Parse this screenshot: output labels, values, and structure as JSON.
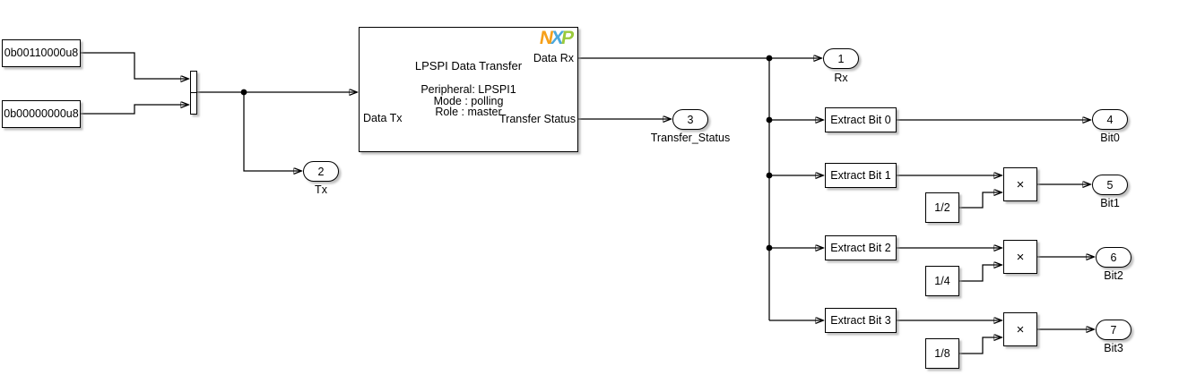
{
  "constants": [
    {
      "value": "0b00110000u8"
    },
    {
      "value": "0b00000000u8"
    }
  ],
  "lpspi": {
    "logo_letters": [
      "N",
      "X",
      "P"
    ],
    "logo_colors": {
      "n": "#F6A01A",
      "x": "#4BA8DD",
      "p": "#9ACA3C"
    },
    "title": "LPSPI Data Transfer",
    "params": [
      "Peripheral: LPSPI1",
      "Mode : polling",
      "Role : master"
    ],
    "inport_label": "Data Tx",
    "outport_labels": [
      "Data Rx",
      "Transfer Status"
    ]
  },
  "extract_blocks": [
    {
      "label": "Extract Bit 0"
    },
    {
      "label": "Extract Bit 1"
    },
    {
      "label": "Extract Bit 2"
    },
    {
      "label": "Extract Bit 3"
    }
  ],
  "gain_blocks": [
    {
      "label": "1/2"
    },
    {
      "label": "1/4"
    },
    {
      "label": "1/8"
    }
  ],
  "product_symbol": "×",
  "outports": [
    {
      "number": "1",
      "label": "Rx"
    },
    {
      "number": "2",
      "label": "Tx"
    },
    {
      "number": "3",
      "label": "Transfer_Status"
    },
    {
      "number": "4",
      "label": "Bit0"
    },
    {
      "number": "5",
      "label": "Bit1"
    },
    {
      "number": "6",
      "label": "Bit2"
    },
    {
      "number": "7",
      "label": "Bit3"
    }
  ],
  "colors": {
    "background": "#FFFFFF",
    "line": "#000000",
    "block_fill": "#FFFFFF"
  }
}
